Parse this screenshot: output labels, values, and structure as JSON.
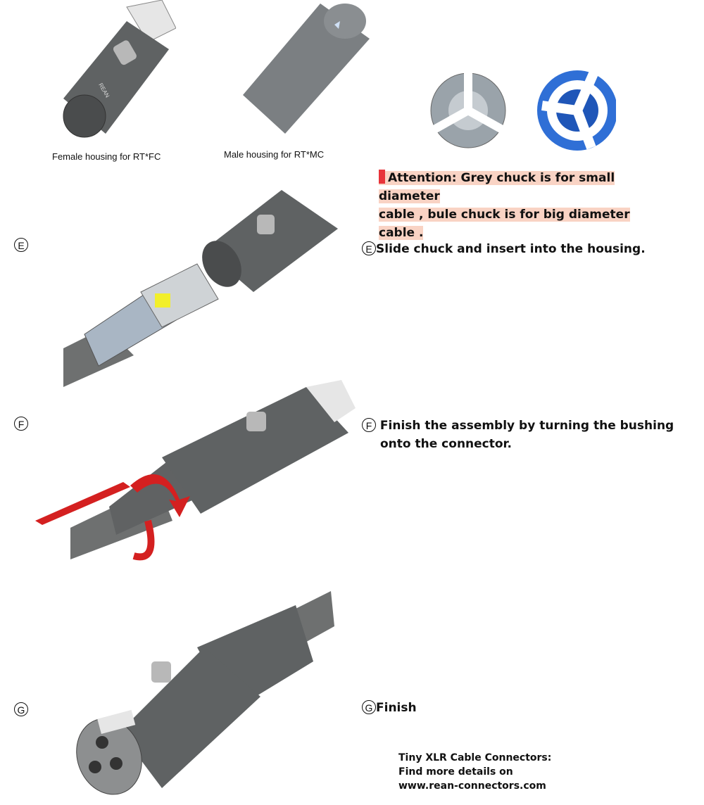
{
  "captions": {
    "female_housing": "Female housing for RT*FC",
    "male_housing": "Male housing for RT*MC"
  },
  "attention": {
    "line1": "Attention: Grey chuck is for small diameter",
    "line2": "cable , bule chuck is for big diameter cable ."
  },
  "steps": [
    {
      "marker": "E",
      "text": "Slide chuck and insert into the housing."
    },
    {
      "marker": "F",
      "text_line1": "Finish the assembly by turning the bushing",
      "text_line2": "onto the connector."
    },
    {
      "marker": "G",
      "text": "Finish"
    }
  ],
  "footer": {
    "line1": "Tiny XLR Cable Connectors:",
    "line2": "Find more details on",
    "line3": "www.rean-connectors.com"
  },
  "brand_mark": "REAN",
  "colors": {
    "housing": "#5f6263",
    "chuck_grey": "#9aa3aa",
    "chuck_blue": "#2f6fd6",
    "highlight": "#f9d3c4",
    "attention_bar": "#e8333a",
    "arrow_red": "#d42020"
  }
}
